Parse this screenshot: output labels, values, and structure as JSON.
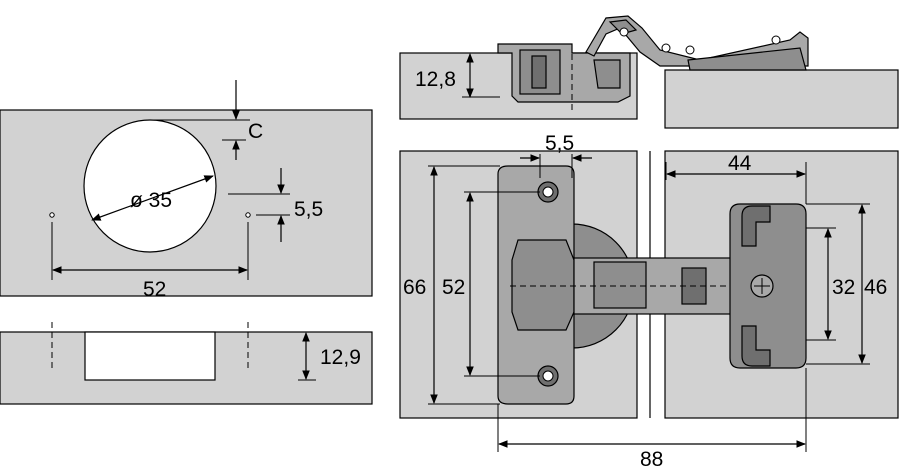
{
  "drilling": {
    "cup_diameter": "ø 35",
    "dim_c": "C",
    "dim_hole_offset": "5,5",
    "dim_hole_spacing": "52",
    "dim_depth": "12,9"
  },
  "hinge": {
    "dim_cup_depth": "12,8",
    "dim_arm_hole_offset": "5,5",
    "dim_arm_length": "66",
    "dim_arm_hole_spacing": "52",
    "dim_plate_offset": "44",
    "dim_plate_hole_spacing": "32",
    "dim_plate_length": "46",
    "dim_overall_width": "88"
  }
}
